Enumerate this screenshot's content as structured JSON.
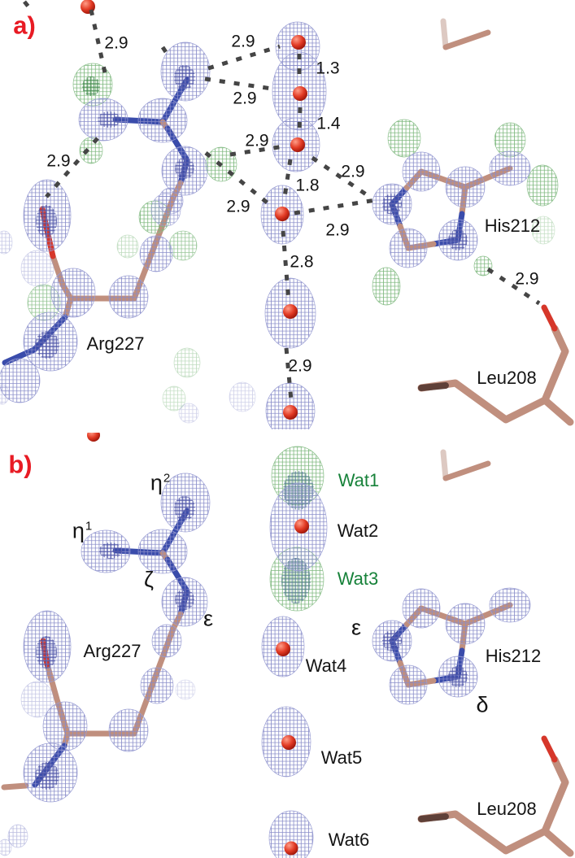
{
  "figure_title": "Electron density figure, panels a and b",
  "panel_a": {
    "label": "a)",
    "residues": {
      "arg": "Arg227",
      "his": "His212",
      "leu": "Leu208"
    },
    "distances": {
      "top_water_to_nh2": "2.9",
      "nh2_to_wat1": "2.9",
      "wat1_to_wat2": "1.3",
      "nh2_to_wat2": "2.9",
      "ne_to_wat3": "2.9",
      "wat2_to_wat3": "1.4",
      "nh1_side": "2.9",
      "wat3_to_wat4": "1.8",
      "wat3_to_his": "2.9",
      "nh_to_wat4": "2.9",
      "wat4_to_his": "2.9",
      "wat4_to_wat5": "2.8",
      "his_to_leu": "2.9",
      "wat5_to_wat6": "2.9"
    }
  },
  "panel_b": {
    "label": "b)",
    "residues": {
      "arg": "Arg227",
      "his": "His212",
      "leu": "Leu208"
    },
    "atom_labels": {
      "eta1": {
        "base": "η",
        "sup": "1"
      },
      "eta2": {
        "base": "η",
        "sup": "2"
      },
      "zeta": "ζ",
      "epsilon_arg": "ε",
      "epsilon_his": "ε",
      "delta_his": "δ"
    },
    "waters": {
      "wat1": {
        "name": "Wat1",
        "color": "green"
      },
      "wat2": {
        "name": "Wat2",
        "color": "black"
      },
      "wat3": {
        "name": "Wat3",
        "color": "green"
      },
      "wat4": {
        "name": "Wat4",
        "color": "black"
      },
      "wat5": {
        "name": "Wat5",
        "color": "black"
      },
      "wat6": {
        "name": "Wat6",
        "color": "black"
      }
    }
  },
  "colors": {
    "panel_letter_red": "#e81b24",
    "water_label_green": "#17823a",
    "label_black": "#141414",
    "mesh_blue": "#888cc9",
    "mesh_blue_dark": "#4d54a6",
    "mesh_green": "#7cb77c",
    "mesh_green_dark": "#42894e",
    "stick_tan": "#c08f7e",
    "stick_blue": "#3a4cab",
    "stick_red": "#d6372a",
    "oxygen_red": "#e23b25",
    "hbond_dash_gray": "#454545"
  }
}
